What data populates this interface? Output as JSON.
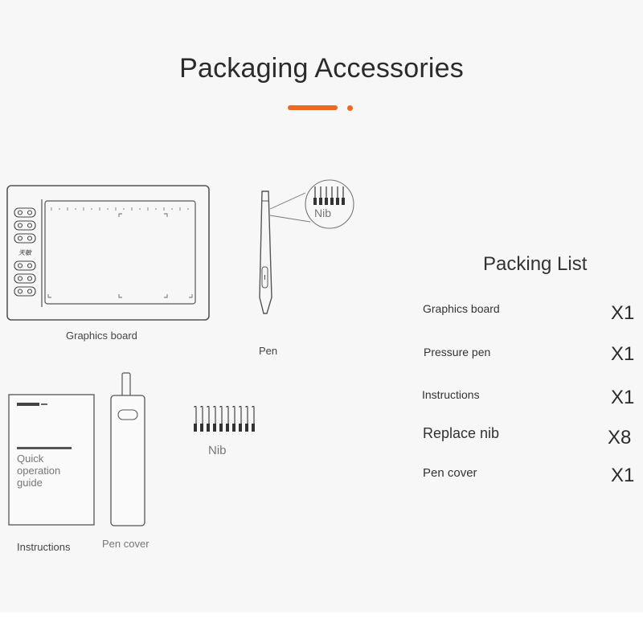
{
  "header": {
    "title": "Packaging Accessories",
    "accent_color": "#ea6a1f"
  },
  "illustrations": {
    "graphics_board": {
      "caption": "Graphics board",
      "logo_text": "天敏"
    },
    "pen": {
      "caption": "Pen",
      "nib_callout": "Nib"
    },
    "instructions": {
      "caption": "Instructions",
      "booklet_lines": [
        "Quick",
        "operation",
        "guide"
      ]
    },
    "pen_cover": {
      "caption": "Pen cover"
    },
    "nib": {
      "caption": "Nib",
      "count": 10
    }
  },
  "packing_list": {
    "title": "Packing List",
    "items": [
      {
        "label": "Graphics board",
        "qty": "X1"
      },
      {
        "label": "Pressure pen",
        "qty": "X1"
      },
      {
        "label": "Instructions",
        "qty": "X1"
      },
      {
        "label": "Replace nib",
        "qty": "X8"
      },
      {
        "label": "Pen cover",
        "qty": "X1"
      }
    ]
  }
}
